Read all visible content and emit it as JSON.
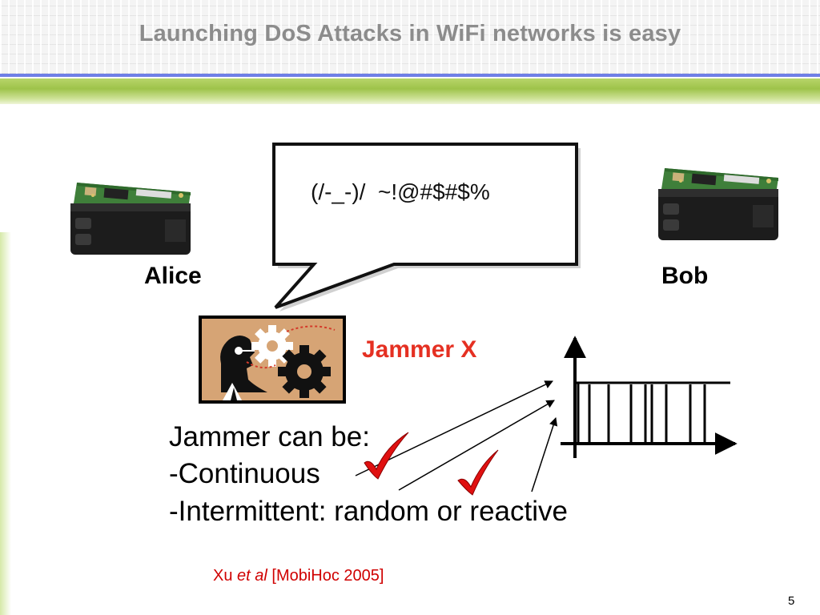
{
  "slide": {
    "title": "Launching DoS Attacks in WiFi networks is easy",
    "page_number": "5"
  },
  "devices": {
    "alice_label": "Alice",
    "bob_label": "Bob"
  },
  "speech_bubble": {
    "text": "(/-_-)/  ~!@#$#$%"
  },
  "jammer": {
    "label": "Jammer X",
    "icon": "jammer-gears-person-icon"
  },
  "body": {
    "line1": "Jammer can be:",
    "line2": "-Continuous",
    "line3": "-Intermittent: random or reactive"
  },
  "citation": {
    "author": "Xu ",
    "etal": "et al",
    "venue": " [MobiHoc 2005]"
  },
  "icons": {
    "checkmark": "checkmark-icon",
    "arrow": "arrow-icon",
    "sensor": "sensor-board-icon"
  },
  "colors": {
    "title_gray": "#8c8c8c",
    "rule_blue": "#6f7fe6",
    "rule_green": "#9ec34a",
    "accent_red": "#e53022",
    "check_red": "#e01010"
  }
}
